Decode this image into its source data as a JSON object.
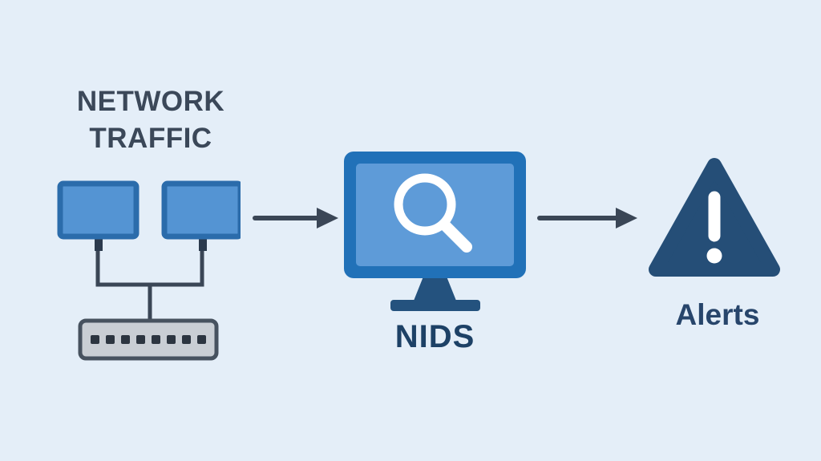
{
  "diagram": {
    "title": "NIDS network flow diagram",
    "background_color": "#e4eef8",
    "nodes": {
      "network_traffic": {
        "label_line1": "NETWORK",
        "label_line2": "TRAFFIC",
        "icons": [
          "monitor-icon",
          "monitor-icon",
          "network-switch-icon"
        ]
      },
      "nids": {
        "label": "NIDS",
        "icons": [
          "monitor-icon",
          "search-icon"
        ]
      },
      "alerts": {
        "label": "Alerts",
        "icons": [
          "warning-triangle-icon"
        ]
      }
    },
    "connections": [
      {
        "from": "network_traffic",
        "to": "nids",
        "style": "arrow-right"
      },
      {
        "from": "nids",
        "to": "alerts",
        "style": "arrow-right"
      }
    ],
    "colors": {
      "label_dark_slate": "#3b4859",
      "label_navy": "#1d4166",
      "alerts_navy": "#27456b",
      "arrow": "#3a4656",
      "monitor_frame_blue": "#2b6cab",
      "monitor_screen_blue": "#5494d3",
      "monitor_stand_dark": "#2b3a4d",
      "nids_frame_blue": "#2171b8",
      "nids_screen_blue": "#5e9bd8",
      "stand_navy": "#24527e",
      "triangle_navy": "#254e77",
      "switch_fill_gray": "#c9ced4",
      "switch_border": "#47525f",
      "switch_ports_dark": "#2c3540",
      "white": "#ffffff"
    }
  }
}
